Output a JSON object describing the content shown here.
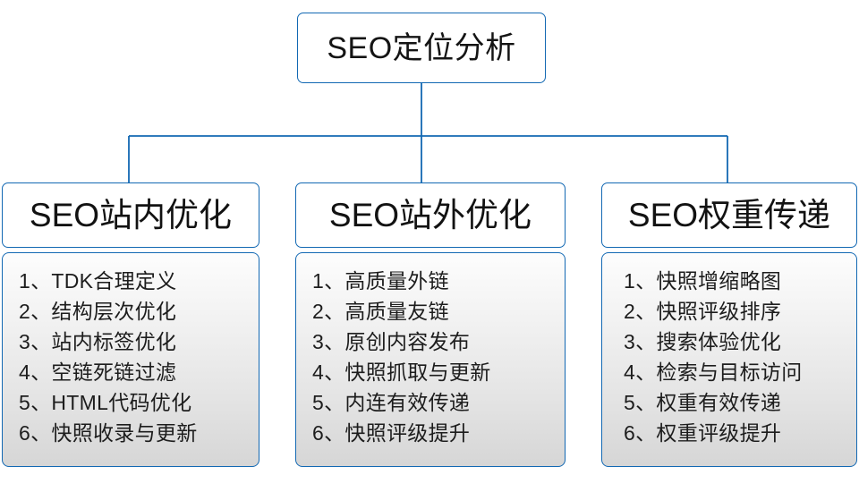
{
  "diagram": {
    "root": {
      "title": "SEO定位分析"
    },
    "connector_color": "#1268b3",
    "border_color": "#1268b3",
    "branches": [
      {
        "header": "SEO站内优化",
        "items": [
          "1、TDK合理定义",
          "2、结构层次优化",
          "3、站内标签优化",
          "4、空链死链过滤",
          "5、HTML代码优化",
          "6、快照收录与更新"
        ]
      },
      {
        "header": "SEO站外优化",
        "items": [
          "1、高质量外链",
          "2、高质量友链",
          "3、原创内容发布",
          "4、快照抓取与更新",
          "5、内连有效传递",
          "6、快照评级提升"
        ]
      },
      {
        "header": "SEO权重传递",
        "items": [
          "1、快照增缩略图",
          "2、快照评级排序",
          "3、搜索体验优化",
          "4、检索与目标访问",
          "5、权重有效传递",
          "6、权重评级提升"
        ]
      }
    ]
  }
}
